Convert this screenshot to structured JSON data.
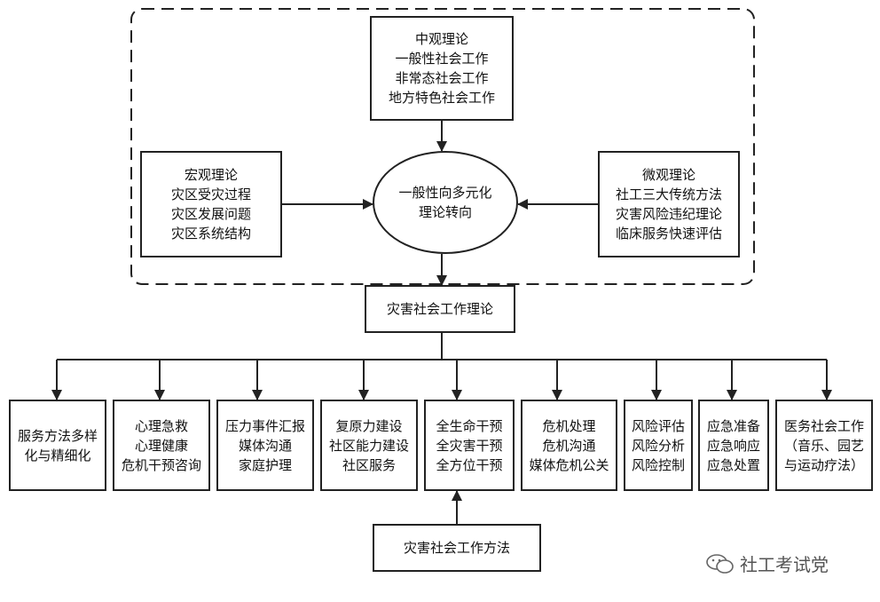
{
  "top": {
    "middle": {
      "lines": [
        "中观理论",
        "一般性社会工作",
        "非常态社会工作",
        "地方特色社会工作"
      ]
    },
    "macro": {
      "lines": [
        "宏观理论",
        "灾区受灾过程",
        "灾区发展问题",
        "灾区系统结构"
      ]
    },
    "micro": {
      "lines": [
        "微观理论",
        "社工三大传统方法",
        "灾害风险违纪理论",
        "临床服务快速评估"
      ]
    },
    "center": {
      "lines": [
        "一般性向多元化",
        "理论转向"
      ]
    }
  },
  "theory_box": "灾害社会工作理论",
  "branches": [
    {
      "lines": [
        "服务方法多样化与精细化"
      ]
    },
    {
      "lines": [
        "心理急救",
        "心理健康",
        "危机干预咨询"
      ]
    },
    {
      "lines": [
        "压力事件汇报",
        "媒体沟通",
        "家庭护理"
      ]
    },
    {
      "lines": [
        "复原力建设",
        "社区能力建设",
        "社区服务"
      ]
    },
    {
      "lines": [
        "全生命干预",
        "全灾害干预",
        "全方位干预"
      ]
    },
    {
      "lines": [
        "危机处理",
        "危机沟通",
        "媒体危机公关"
      ]
    },
    {
      "lines": [
        "风险评估",
        "风险分析",
        "风险控制"
      ]
    },
    {
      "lines": [
        "应急准备",
        "应急响应",
        "应急处置"
      ]
    },
    {
      "lines": [
        "医务社会工作",
        "（音乐、园艺",
        "与运动疗法）"
      ]
    }
  ],
  "method_box": "灾害社会工作方法",
  "watermark": "社工考试党",
  "colors": {
    "stroke": "#222222",
    "watermark": "#555555"
  }
}
